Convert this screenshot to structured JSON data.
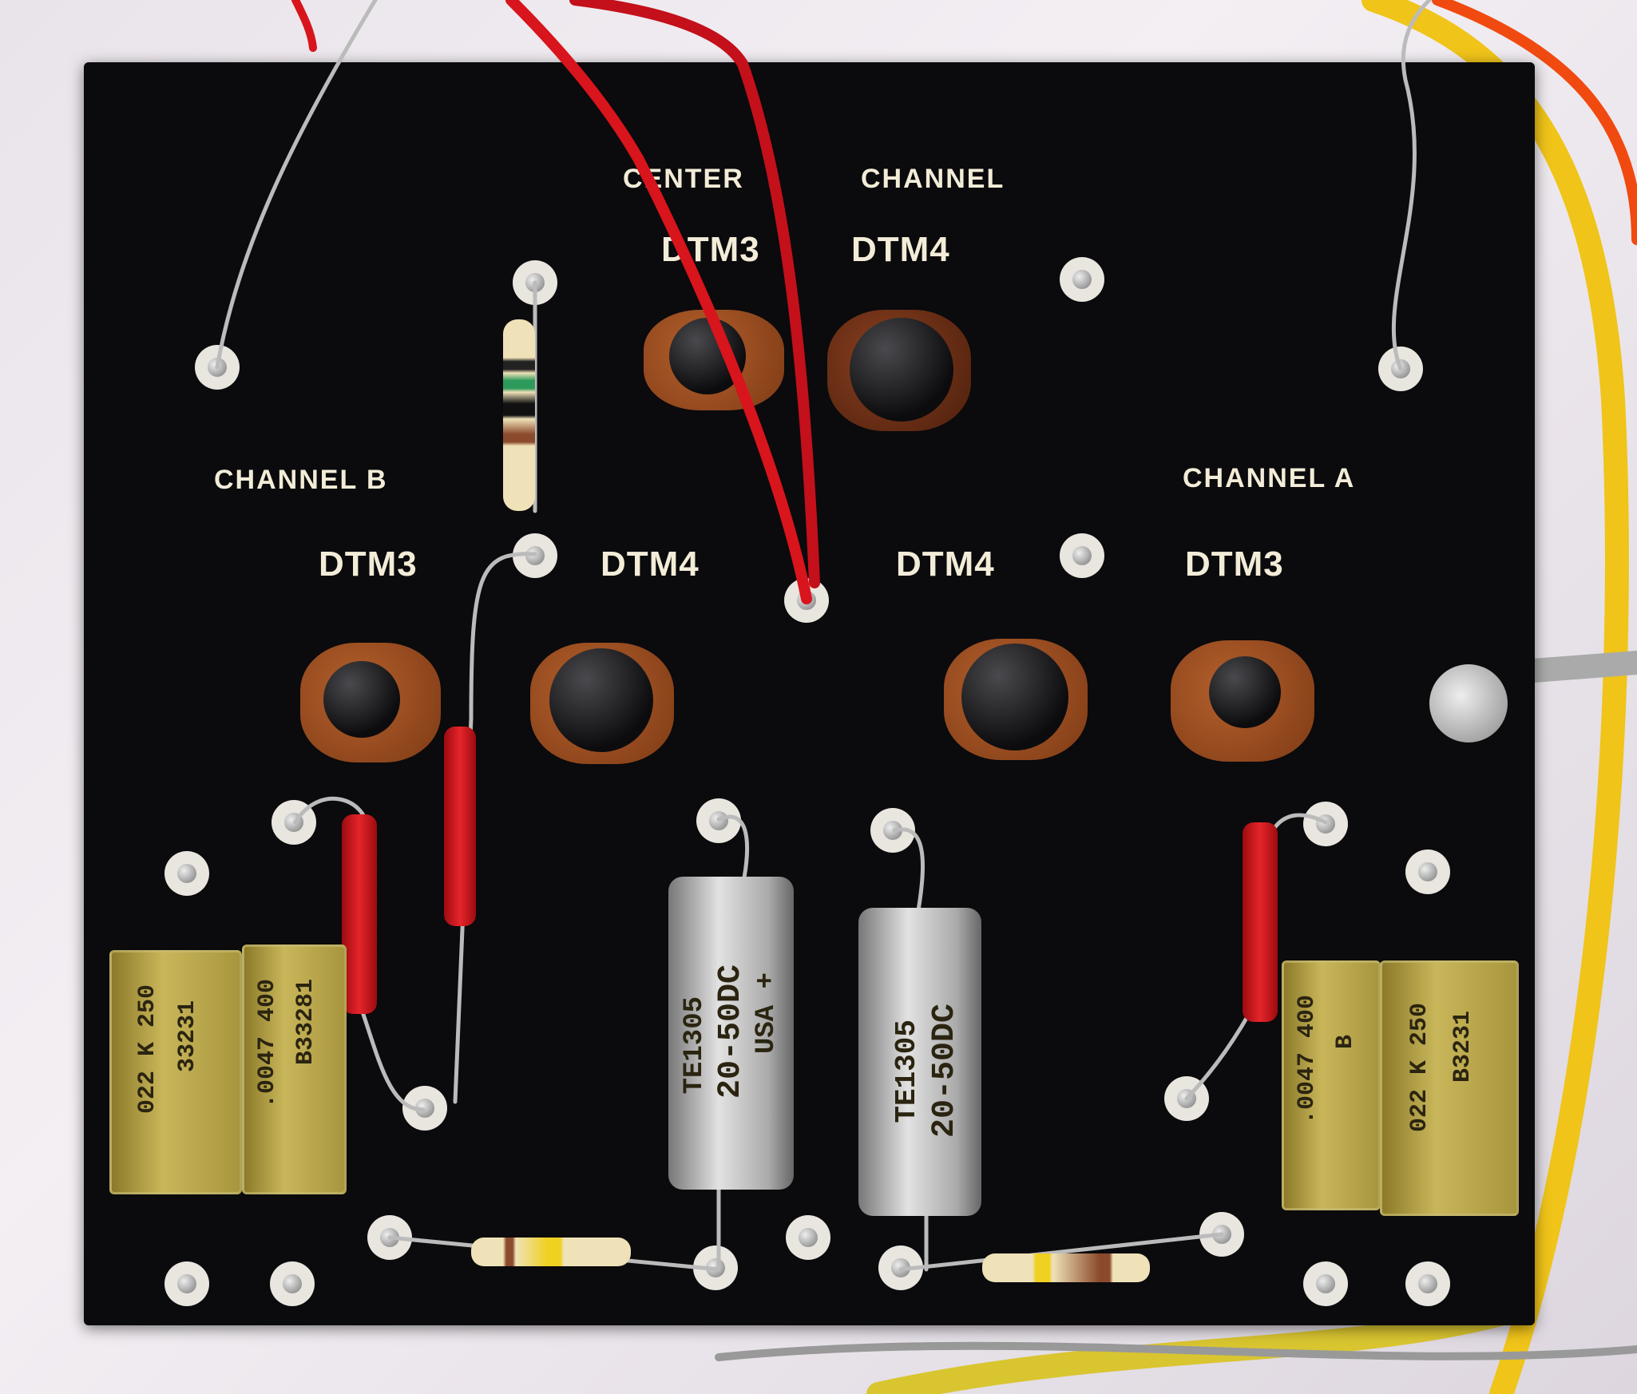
{
  "panel_labels": {
    "center_a": "CENTER",
    "center_b": "CHANNEL",
    "channel_b": "CHANNEL  B",
    "channel_a": "CHANNEL  A"
  },
  "transistor_labels": {
    "center_dtm3": "DTM3",
    "center_dtm4": "DTM4",
    "b_dtm3": "DTM3",
    "b_dtm4": "DTM4",
    "a_dtm4": "DTM4",
    "a_dtm3": "DTM3"
  },
  "capacitors": {
    "film_1": "022 K 250",
    "film_1b": "33231",
    "film_2": ".0047 400",
    "film_2b": "B33281",
    "elec_1": "TE1305",
    "elec_1b": "20-50DC",
    "elec_1c": "USA +",
    "elec_2": "TE1305",
    "elec_2b": "20-50DC",
    "film_3": ".0047 400",
    "film_3b": "B",
    "film_4": "022 K 250",
    "film_4b": "B3231"
  },
  "colors": {
    "panel": "#0b0a0c",
    "label": "#f2ecd8",
    "wire_red": "#d8141c",
    "wire_yellow": "#f0c419"
  }
}
